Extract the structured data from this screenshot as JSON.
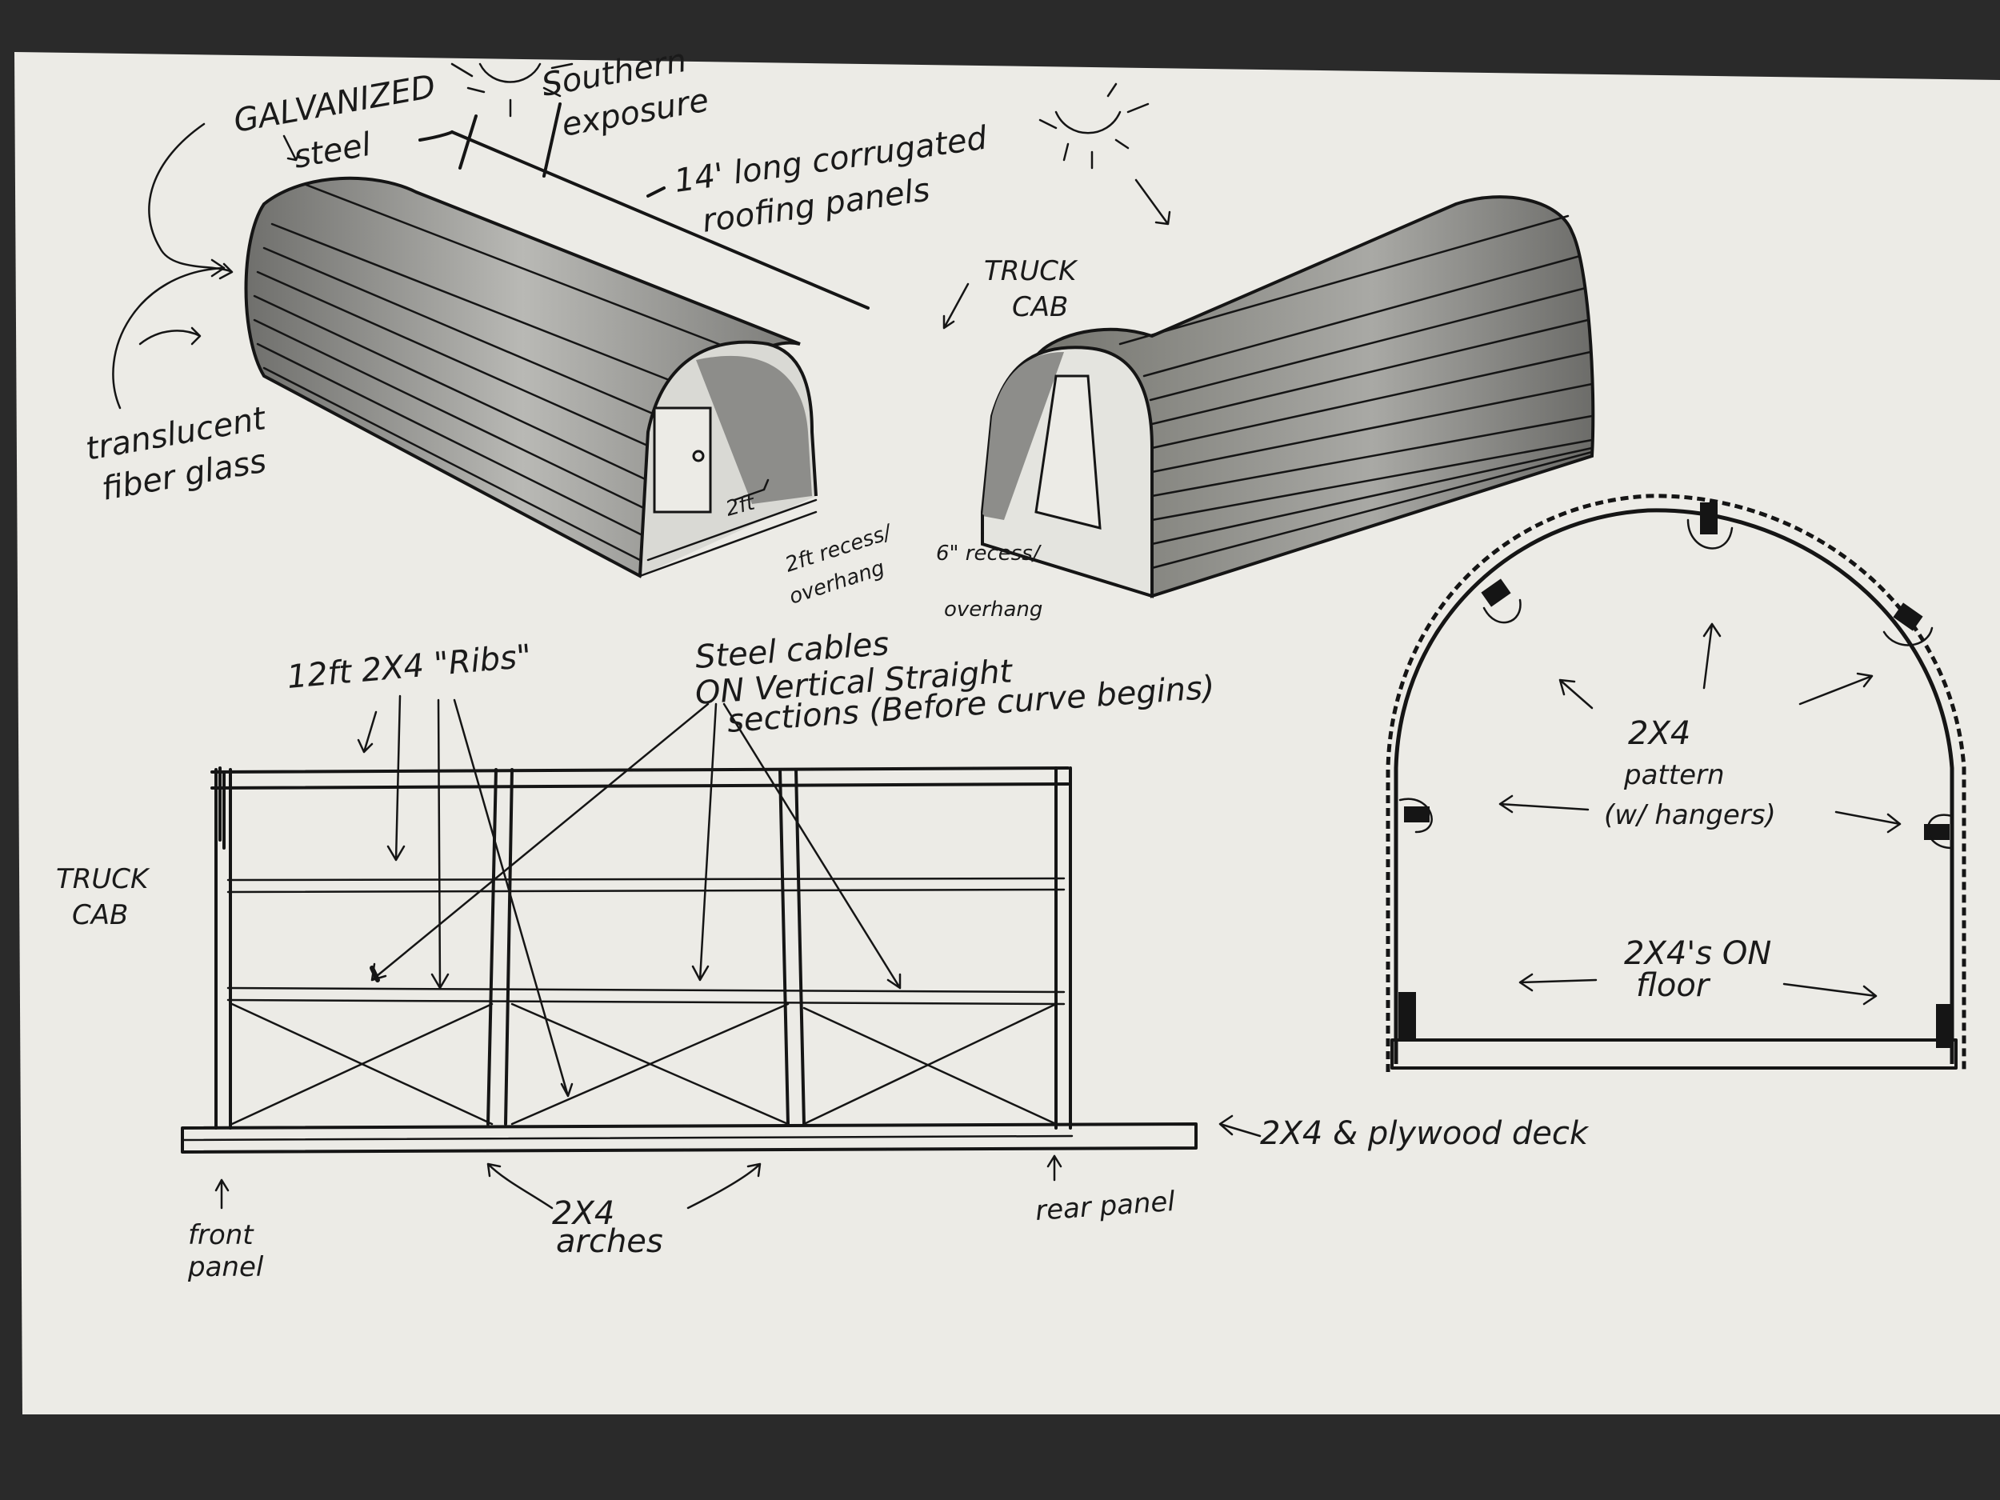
{
  "labels": {
    "galvanized_steel": [
      "GALVANIZED",
      "steel"
    ],
    "southern_exposure": [
      "Southern",
      "exposure"
    ],
    "roofing_panels": [
      "14' long corrugated",
      "roofing panels"
    ],
    "truck_cab_top": [
      "TRUCK",
      "CAB"
    ],
    "translucent": [
      "translucent",
      "fiber glass"
    ],
    "door_width": "2ft",
    "recess_2ft": [
      "2ft recess/",
      "overhang"
    ],
    "recess_6in": [
      "6\" recess/",
      "overhang"
    ],
    "ribs": "12ft 2X4 \"Ribs\"",
    "cables": [
      "Steel cables",
      "ON Vertical Straight",
      "sections (Before curve begins)"
    ],
    "truck_cab_side": [
      "TRUCK",
      "CAB"
    ],
    "deck": "2X4 & plywood deck",
    "front_panel": [
      "front",
      "panel"
    ],
    "arches": [
      "2X4",
      "arches"
    ],
    "rear_panel": "rear panel",
    "pattern": [
      "2X4",
      "pattern",
      "(w/ hangers)"
    ],
    "floor": [
      "2X4's ON",
      "floor"
    ]
  },
  "colors": {
    "paper": "#ecebe6",
    "ink": "#151515",
    "shade": "#8d8d8a",
    "background": "#2a2a2a"
  }
}
